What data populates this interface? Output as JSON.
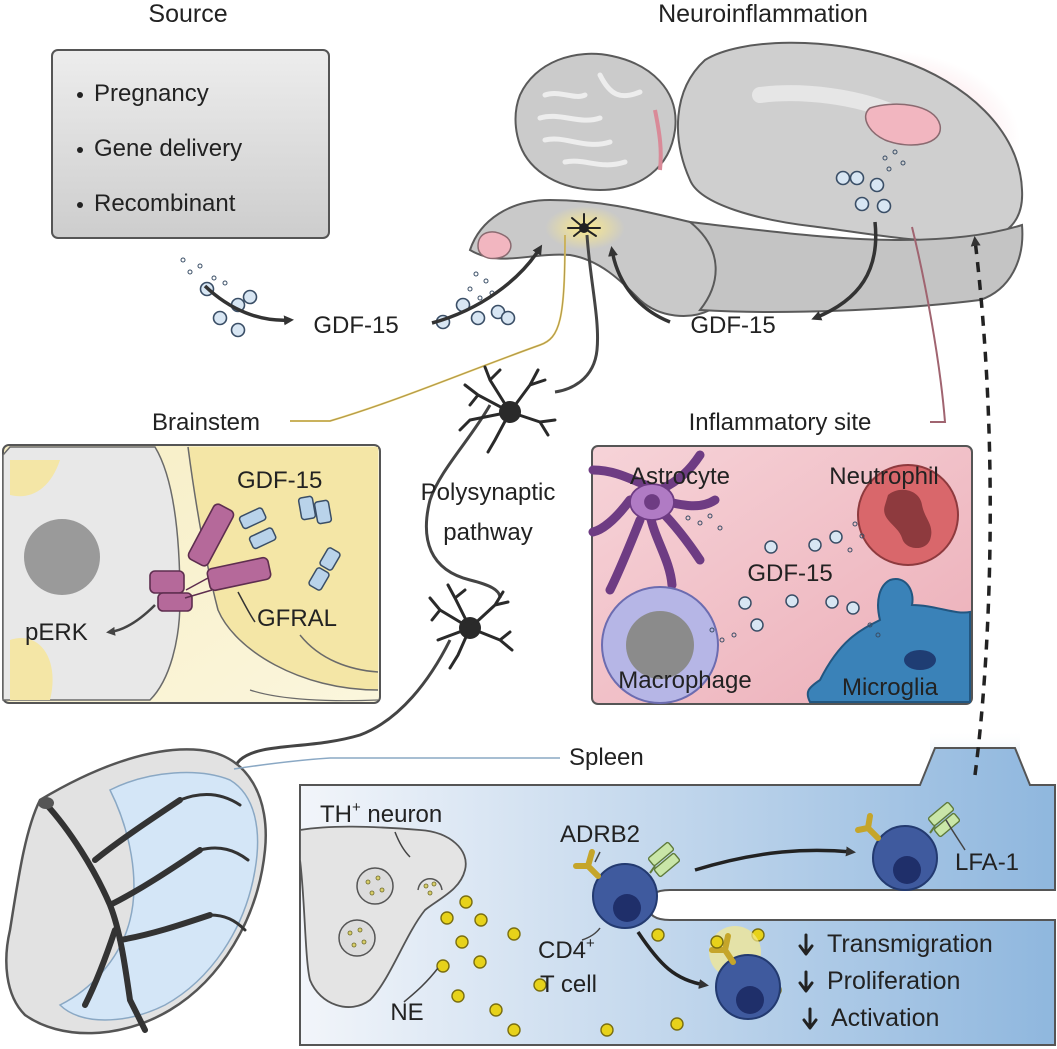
{
  "source": {
    "title": "Source",
    "items": [
      "Pregnancy",
      "Gene delivery",
      "Recombinant"
    ]
  },
  "neuroinflammation": {
    "title": "Neuroinflammation"
  },
  "gdf15_left": "GDF-15",
  "gdf15_right": "GDF-15",
  "brainstem": {
    "title": "Brainstem",
    "gdf15": "GDF-15",
    "gfral": "GFRAL",
    "perk": "pERK"
  },
  "pathway": {
    "line1": "Polysynaptic",
    "line2": "pathway"
  },
  "inflammatory_site": {
    "title": "Inflammatory site",
    "astrocyte": "Astrocyte",
    "neutrophil": "Neutrophil",
    "gdf15": "GDF-15",
    "macrophage": "Macrophage",
    "microglia": "Microglia"
  },
  "spleen": {
    "title": "Spleen",
    "th_prefix": "TH",
    "th_sup": "+",
    "th_suffix": " neuron",
    "adrb2": "ADRB2",
    "cd4_prefix": "CD4",
    "cd4_sup": "+",
    "tcell": "T cell",
    "ne": "NE",
    "lfa1": "LFA-1"
  },
  "effects": [
    "Transmigration",
    "Proliferation",
    "Activation"
  ],
  "colors": {
    "gdf15_dot": "#d8e6f3",
    "gfral": "#b5699a",
    "receptor_blue": "#b9d3ea",
    "ne_dot": "#e7d21a",
    "tcell": "#3f5a9e",
    "adrb2": "#e0c13a",
    "lfa1": "#c9e6a8"
  }
}
